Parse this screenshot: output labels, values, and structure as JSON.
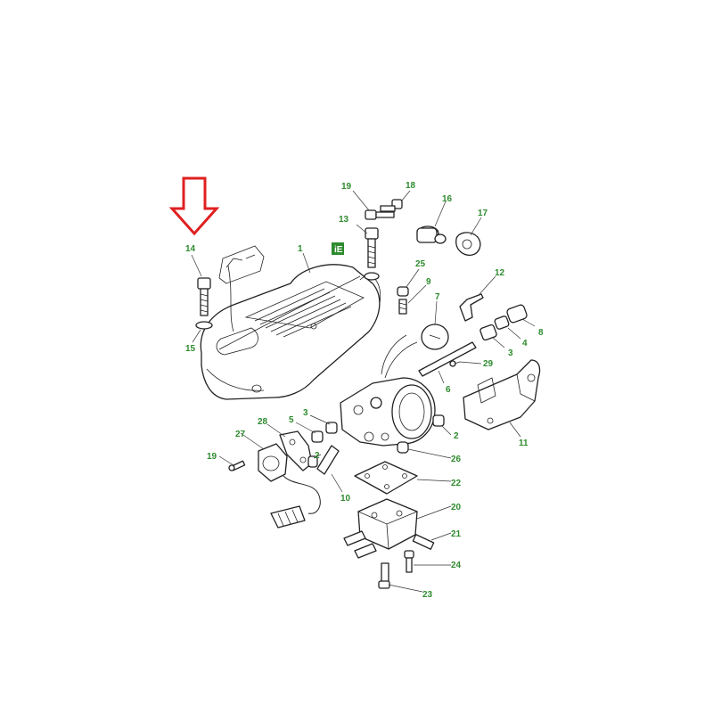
{
  "diagram": {
    "arrow_color": "#e02020",
    "label_color": "#2e8b2e",
    "info_icon": "info-icon",
    "callouts": [
      {
        "id": "c1",
        "text": "1"
      },
      {
        "id": "c2a",
        "text": "2"
      },
      {
        "id": "c2b",
        "text": "2"
      },
      {
        "id": "c3a",
        "text": "3"
      },
      {
        "id": "c3b",
        "text": "3"
      },
      {
        "id": "c4",
        "text": "4"
      },
      {
        "id": "c5",
        "text": "5"
      },
      {
        "id": "c6",
        "text": "6"
      },
      {
        "id": "c7",
        "text": "7"
      },
      {
        "id": "c8",
        "text": "8"
      },
      {
        "id": "c9",
        "text": "9"
      },
      {
        "id": "c10",
        "text": "10"
      },
      {
        "id": "c11",
        "text": "11"
      },
      {
        "id": "c12",
        "text": "12"
      },
      {
        "id": "c13",
        "text": "13"
      },
      {
        "id": "c14",
        "text": "14"
      },
      {
        "id": "c15",
        "text": "15"
      },
      {
        "id": "c16",
        "text": "16"
      },
      {
        "id": "c17",
        "text": "17"
      },
      {
        "id": "c18",
        "text": "18"
      },
      {
        "id": "c19a",
        "text": "19"
      },
      {
        "id": "c19b",
        "text": "19"
      },
      {
        "id": "c20",
        "text": "20"
      },
      {
        "id": "c21",
        "text": "21"
      },
      {
        "id": "c22",
        "text": "22"
      },
      {
        "id": "c23",
        "text": "23"
      },
      {
        "id": "c24",
        "text": "24"
      },
      {
        "id": "c25",
        "text": "25"
      },
      {
        "id": "c26",
        "text": "26"
      },
      {
        "id": "c27",
        "text": "27"
      },
      {
        "id": "c28",
        "text": "28"
      },
      {
        "id": "c29",
        "text": "29"
      }
    ]
  }
}
